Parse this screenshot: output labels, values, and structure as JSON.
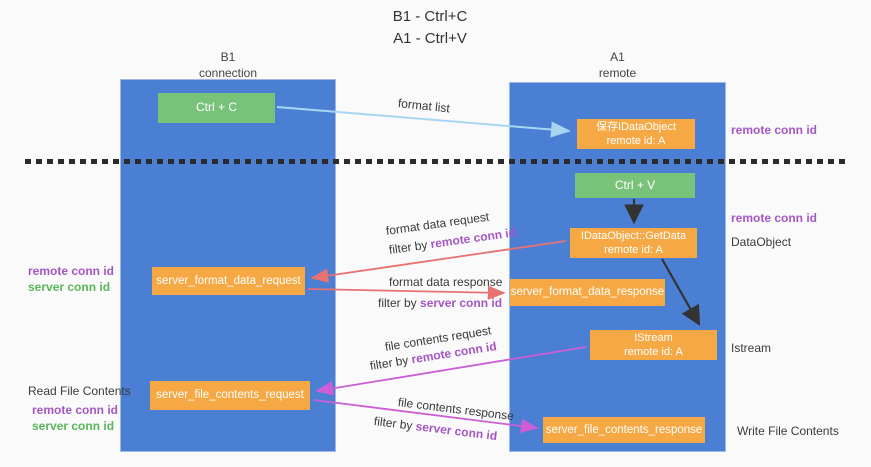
{
  "title": {
    "line1": "B1 - Ctrl+C",
    "line2": "A1 - Ctrl+V"
  },
  "columns": {
    "b1": {
      "name": "B1",
      "role": "connection"
    },
    "a1": {
      "name": "A1",
      "role": "remote"
    }
  },
  "nodes": {
    "ctrl_c": {
      "label": "Ctrl + C"
    },
    "save_dataobject": {
      "line1": "保存IDataObject",
      "line2": "remote id: A"
    },
    "ctrl_v": {
      "label": "Ctrl + V"
    },
    "getdata": {
      "line1": "IDataObject::GetData",
      "line2": "remote id: A"
    },
    "istream": {
      "line1": "IStream",
      "line2": "remote id: A"
    },
    "server_format_data_request": {
      "label": "server_format_data_request"
    },
    "server_format_data_response": {
      "label": "server_format_data_response"
    },
    "server_file_contents_request": {
      "label": "server_file_contents_request"
    },
    "server_file_contents_response": {
      "label": "server_file_contents_response"
    }
  },
  "arrows": {
    "format_list": "format list",
    "format_data_request": "format data request",
    "format_data_response": "format data response",
    "file_contents_request": "file contents request",
    "file_contents_response": "file contents response",
    "filter_by": "filter by ",
    "remote_conn_id": "remote conn id",
    "server_conn_id": "server conn id"
  },
  "annotations": {
    "remote_conn_id": "remote conn id",
    "server_conn_id": "server conn id",
    "dataobject": "DataObject",
    "istream": "Istream",
    "read_file_contents": "Read File Contents",
    "write_file_contents": "Write File Contents"
  },
  "colors": {
    "column_blue": "#4a7fd3",
    "box_orange": "#f6a844",
    "box_green": "#79c279",
    "arrow_light_blue": "#a7d7f0",
    "arrow_salmon": "#e87272",
    "arrow_magenta": "#cc5fd6",
    "arrow_black": "#333333",
    "text_purple": "#a457c4",
    "text_green": "#59b75a"
  }
}
